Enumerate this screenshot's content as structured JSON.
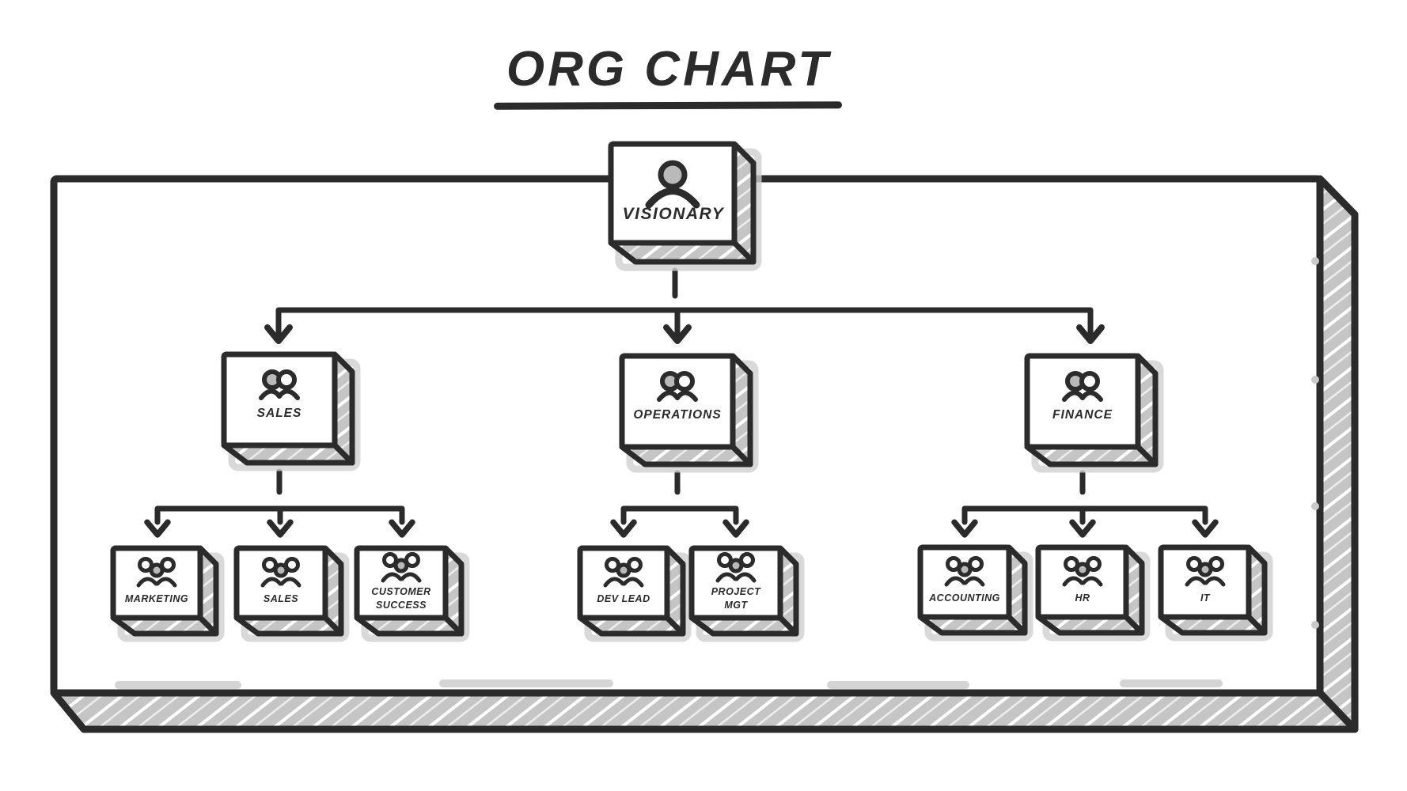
{
  "title": "Org Chart",
  "colors": {
    "ink": "#2b2b2b",
    "shade_gray": "#c5c5c5",
    "icon_head_gray": "#b9b9b9",
    "background": "#ffffff"
  },
  "nodes": {
    "visionary": {
      "label": "Visionary",
      "icon": "person-icon"
    },
    "sales": {
      "label": "Sales",
      "icon": "people-icon"
    },
    "operations": {
      "label": "Operations",
      "icon": "people-icon"
    },
    "finance": {
      "label": "Finance",
      "icon": "people-icon"
    },
    "marketing": {
      "label": "Marketing",
      "icon": "team-icon"
    },
    "sales_team": {
      "label": "Sales",
      "icon": "team-icon"
    },
    "customer_success": {
      "label": "Customer Success",
      "lines": [
        "Customer",
        "Success"
      ],
      "icon": "team-icon"
    },
    "dev_lead": {
      "label": "Dev Lead",
      "icon": "team-icon"
    },
    "project_mgt": {
      "label": "Project Mgt",
      "lines": [
        "Project",
        "Mgt"
      ],
      "icon": "team-icon"
    },
    "accounting": {
      "label": "Accounting",
      "icon": "team-icon"
    },
    "hr": {
      "label": "HR",
      "icon": "team-icon"
    },
    "it": {
      "label": "IT",
      "icon": "team-icon"
    }
  },
  "structure": [
    {
      "node": "Visionary",
      "reports": [
        "Sales",
        "Operations",
        "Finance"
      ]
    },
    {
      "node": "Sales",
      "reports": [
        "Marketing",
        "Sales",
        "Customer Success"
      ]
    },
    {
      "node": "Operations",
      "reports": [
        "Dev Lead",
        "Project Mgt"
      ]
    },
    {
      "node": "Finance",
      "reports": [
        "Accounting",
        "HR",
        "IT"
      ]
    }
  ]
}
